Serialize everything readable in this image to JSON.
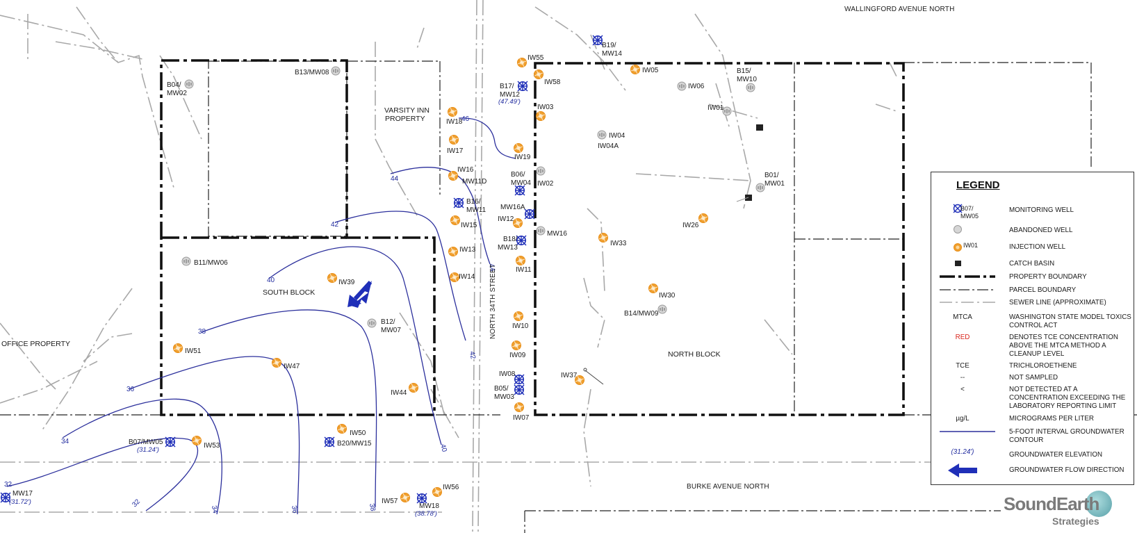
{
  "streets": {
    "wallingford": "WALLINGFORD AVENUE NORTH",
    "north34": "NORTH 34TH STREET",
    "burke": "BURKE AVENUE NORTH"
  },
  "areas": {
    "varsity_inn": [
      "VARSITY INN",
      "PROPERTY"
    ],
    "south_block": "SOUTH BLOCK",
    "north_block": "NORTH BLOCK",
    "office_property": "OFFICE PROPERTY"
  },
  "monitoring_wells": [
    {
      "label": [
        "B19/",
        "MW14"
      ]
    },
    {
      "label": [
        "B17/",
        "MW12"
      ],
      "elevation": "(47.49')"
    },
    {
      "label": [
        "B06/",
        "MW04"
      ]
    },
    {
      "label": [
        "B16/",
        "MW11"
      ]
    },
    {
      "label": [
        "MW16A"
      ]
    },
    {
      "label": [
        "B18/",
        "MW13"
      ]
    },
    {
      "label": [
        "IW08"
      ]
    },
    {
      "label": [
        "B05/",
        "MW03"
      ]
    },
    {
      "label": [
        "B07/MW05"
      ],
      "elevation": "(31.24')"
    },
    {
      "label": [
        "B20/MW15"
      ]
    },
    {
      "label": [
        "MW18"
      ],
      "elevation": "(38.78')"
    },
    {
      "label": [
        "MW17"
      ],
      "elevation": "(31.72')"
    }
  ],
  "abandoned_wells": [
    {
      "label": [
        "B04/",
        "MW02"
      ]
    },
    {
      "label": [
        "B13/MW08"
      ]
    },
    {
      "label": [
        "B15/",
        "MW10"
      ]
    },
    {
      "label": [
        "IW06"
      ]
    },
    {
      "label": [
        "IW01"
      ]
    },
    {
      "label": [
        "IW04",
        "IW04A"
      ]
    },
    {
      "label": [
        "IW02"
      ]
    },
    {
      "label": [
        "B01/",
        "MW01"
      ]
    },
    {
      "label": [
        "MW16"
      ]
    },
    {
      "label": [
        "B11/MW06"
      ]
    },
    {
      "label": [
        "B12/",
        "MW07"
      ]
    },
    {
      "label": [
        "B14/MW09"
      ]
    }
  ],
  "injection_wells": [
    "IW55",
    "IW58",
    "IW03",
    "IW05",
    "IW18",
    "IW17",
    "IW19",
    "IW16",
    "MW11D",
    "IW15",
    "IW12",
    "IW13",
    "IW14",
    "IW11",
    "IW10",
    "IW09",
    "IW07",
    "IW26",
    "IW33",
    "IW30",
    "IW37",
    "IW39",
    "IW51",
    "IW47",
    "IW44",
    "IW50",
    "IW53",
    "IW57",
    "IW56"
  ],
  "contours": [
    "46",
    "44",
    "44",
    "42",
    "42",
    "40",
    "40",
    "38",
    "36",
    "36",
    "34",
    "34",
    "32",
    "32",
    "38"
  ],
  "legend": {
    "title": "LEGEND",
    "rows": [
      {
        "symbol_text": "B07/ MW05",
        "text": "MONITORING WELL"
      },
      {
        "symbol_text": "",
        "text": "ABANDONED WELL"
      },
      {
        "symbol_text": "IW01",
        "text": "INJECTION WELL"
      },
      {
        "symbol_text": "",
        "text": "CATCH BASIN"
      },
      {
        "symbol_text": "",
        "text": "PROPERTY BOUNDARY"
      },
      {
        "symbol_text": "",
        "text": "PARCEL BOUNDARY"
      },
      {
        "symbol_text": "",
        "text": "SEWER LINE (APPROXIMATE)"
      },
      {
        "symbol_text": "MTCA",
        "text": "WASHINGTON STATE MODEL TOXICS CONTROL ACT"
      },
      {
        "symbol_text": "RED",
        "text": "DENOTES TCE CONCENTRATION ABOVE THE MTCA METHOD A CLEANUP LEVEL"
      },
      {
        "symbol_text": "TCE",
        "text": "TRICHLOROETHENE"
      },
      {
        "symbol_text": "--",
        "text": "NOT SAMPLED"
      },
      {
        "symbol_text": "<",
        "text": "NOT DETECTED AT A CONCENTRATION EXCEEDING THE LABORATORY REPORTING LIMIT"
      },
      {
        "symbol_text": "µg/L",
        "text": "MICROGRAMS PER LITER"
      },
      {
        "symbol_text": "",
        "text": "5-FOOT INTERVAL GROUNDWATER CONTOUR"
      },
      {
        "symbol_text": "(31.24')",
        "text": "GROUNDWATER ELEVATION"
      },
      {
        "symbol_text": "",
        "text": "GROUNDWATER FLOW DIRECTION"
      }
    ]
  },
  "logo": {
    "line1": "SoundEarth",
    "line2": "Strategies"
  },
  "colors": {
    "contour": "#2b2f9c",
    "monitoring_well": "#1f2fb8",
    "injection_well": "#f0a030",
    "abandoned_well": "#bdbdbd",
    "red_text": "#d9251c",
    "sewer": "#a8a8a8"
  }
}
